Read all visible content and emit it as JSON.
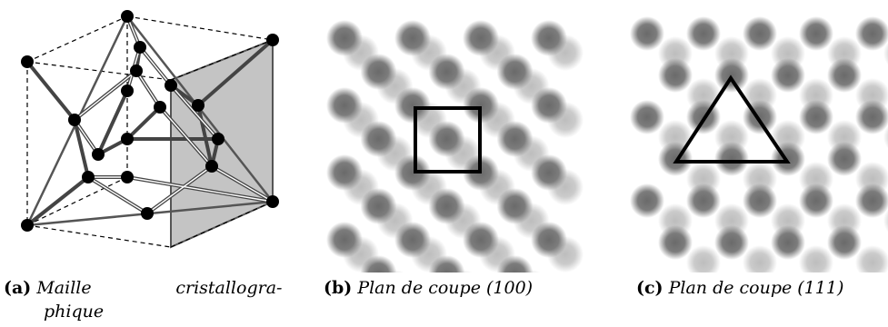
{
  "captions": {
    "a": {
      "label": "(a)",
      "word1": "Maille",
      "word2": "cristallogra-",
      "line2": "phique"
    },
    "b": {
      "label": "(b)",
      "text": "Plan de coupe (100)"
    },
    "c": {
      "label": "(c)",
      "text": "Plan de coupe (111)"
    }
  },
  "colors": {
    "atom_dark": "#000000",
    "plane_fill": "#c4c4c4",
    "atom_gray": "#7a7a7a",
    "atom_light": "#c8c8c8",
    "bond": "#555555"
  }
}
